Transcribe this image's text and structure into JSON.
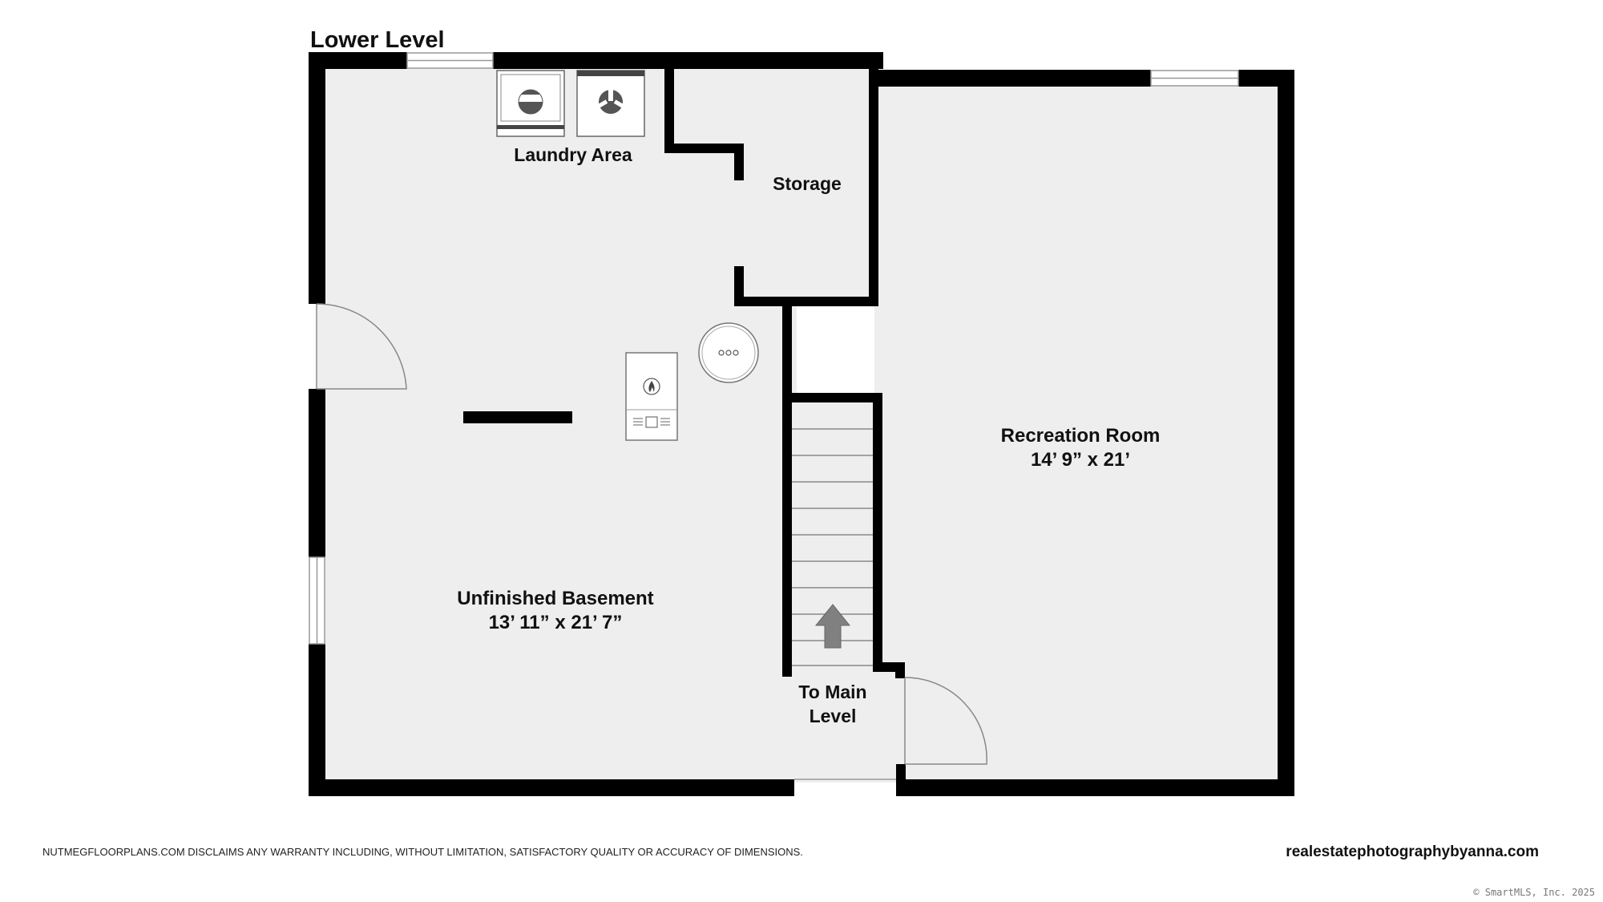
{
  "level_title": "Lower Level",
  "rooms": {
    "laundry": {
      "name": "Laundry Area"
    },
    "storage": {
      "name": "Storage"
    },
    "recreation": {
      "name": "Recreation Room",
      "dims": "14’ 9” x 21’"
    },
    "basement": {
      "name": "Unfinished Basement",
      "dims": "13’ 11” x 21’ 7”"
    },
    "stairs": {
      "line1": "To Main",
      "line2": "Level"
    }
  },
  "footer": {
    "disclaimer": "NUTMEGFLOORPLANS.COM DISCLAIMS ANY WARRANTY INCLUDING, WITHOUT LIMITATION, SATISFACTORY QUALITY OR ACCURACY OF DIMENSIONS.",
    "website": "realestatephotographybyanna.com",
    "copyright": "© SmartMLS, Inc. 2025"
  },
  "colors": {
    "wall": "#000000",
    "floor": "#eeeeee",
    "background": "#ffffff",
    "fixture_outline": "#888888",
    "arrow": "#808080"
  },
  "icons": {
    "washer": "washer-icon",
    "dryer": "dryer-icon",
    "water_heater": "water-heater-icon",
    "furnace": "furnace-icon",
    "stair_arrow": "up-arrow-icon"
  }
}
